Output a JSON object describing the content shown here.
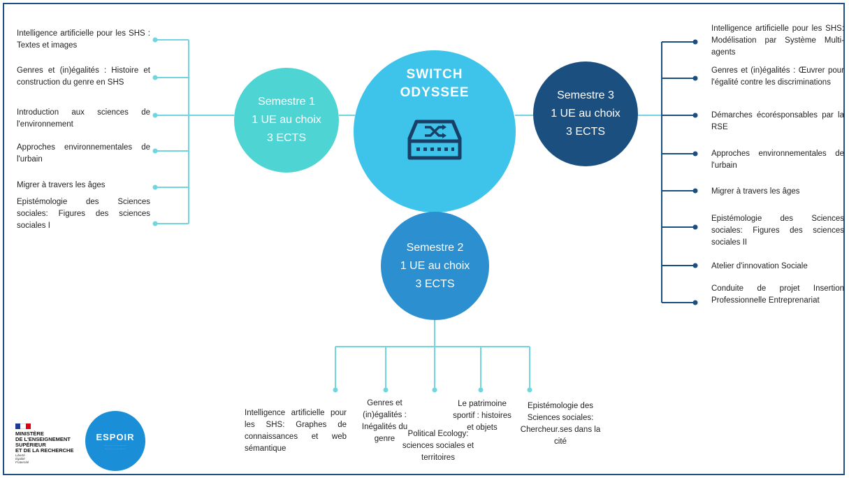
{
  "center": {
    "title_line1": "SWITCH",
    "title_line2": "ODYSSEE",
    "icon": "switch-icon"
  },
  "semesters": {
    "s1": {
      "line1": "Semestre 1",
      "line2": "1 UE au choix",
      "line3": "3 ECTS"
    },
    "s2": {
      "line1": "Semestre 2",
      "line2": "1 UE au choix",
      "line3": "3 ECTS"
    },
    "s3": {
      "line1": "Semestre 3",
      "line2": "1 UE au choix",
      "line3": "3 ECTS"
    }
  },
  "semestre1_items": [
    "Intelligence artificielle pour les SHS : Textes et images",
    "Genres et (in)égalités : Histoire et construction du genre en SHS",
    "Introduction aux sciences de l'environnement",
    "Approches environnementales de l'urbain",
    "Migrer à travers les âges",
    "Epistémologie des Sciences sociales: Figures des sciences sociales I"
  ],
  "semestre2_items": [
    "Intelligence artificielle pour les SHS: Graphes de connaissances et web sémantique",
    "Genres et (in)égalités : Inégalités du genre",
    "Political Ecology: sciences sociales et territoires",
    "Le patrimoine sportif : histoires et objets",
    "Epistémologie des Sciences sociales: Chercheur.ses dans la cité"
  ],
  "semestre3_items": [
    "Intelligence artificielle pour les SHS: Modélisation par Système Multi-agents",
    "Genres et (in)égalités : Œuvrer pour l'égalité contre les discriminations",
    "Démarches écorésponsables par la RSE",
    "Approches environnementales de l'urbain",
    "Migrer à travers les âges",
    "Epistémologie des Sciences sociales: Figures des sciences sociales II",
    "Atelier d'innovation Sociale",
    "Conduite de projet Insertion Professionnelle Entreprenariat"
  ],
  "logos": {
    "ministry_line1": "MINISTÈRE",
    "ministry_line2": "DE L'ENSEIGNEMENT",
    "ministry_line3": "SUPÉRIEUR",
    "ministry_line4": "ET DE LA RECHERCHE",
    "motto1": "Liberté",
    "motto2": "Égalité",
    "motto3": "Fraternité",
    "espoir_name": "ESPOIR"
  },
  "colors": {
    "semestre1": "#4fd4d4",
    "semestre2": "#2b8fd0",
    "semestre3": "#1a4f80",
    "center": "#3ec3ea",
    "connector_light": "#6fd6e0",
    "connector_dark": "#1a4f80",
    "border": "#1e4f86"
  }
}
